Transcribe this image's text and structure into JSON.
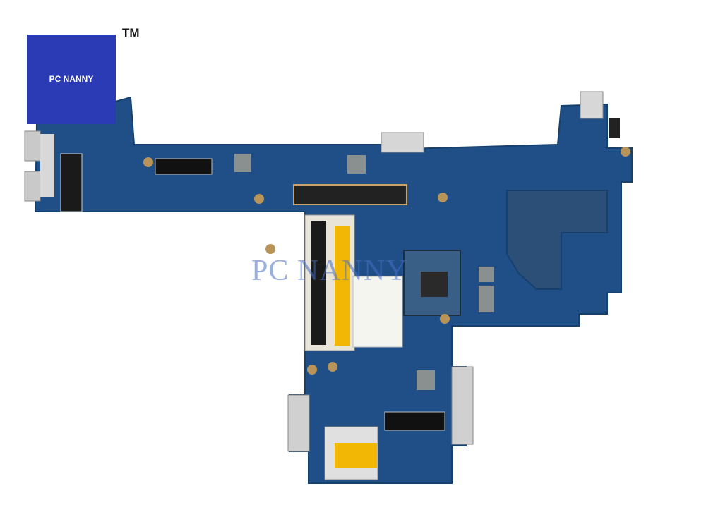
{
  "brand": {
    "logo_text": "PC NANNY",
    "tm": "TM"
  },
  "watermark": {
    "text": "PC NANNY"
  },
  "board": {
    "pcb_color": "#1f4f86",
    "pcb_edge": "#16406e",
    "chip_color": "#2a2a2a",
    "ram_slot_color": "#e8e4d8",
    "label_color": "#f5f5f0",
    "connector_color": "#c9c9c9",
    "yellow_tape": "#f2b705"
  }
}
